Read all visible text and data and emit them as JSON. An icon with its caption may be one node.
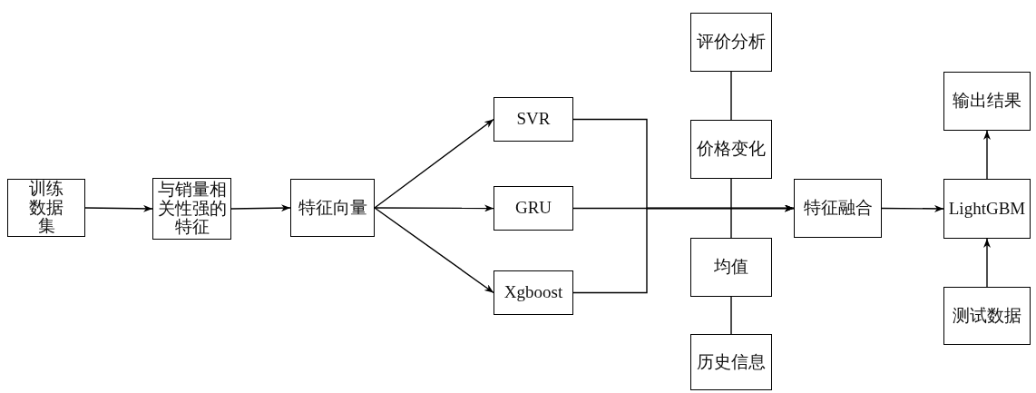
{
  "diagram": {
    "nodes": [
      {
        "text": [
          "训练数据集"
        ]
      },
      {
        "text": [
          "与销量相关性强的特征"
        ]
      },
      {
        "text": [
          "特征向量"
        ]
      },
      {
        "text": [
          "SVR"
        ]
      },
      {
        "text": [
          "GRU"
        ]
      },
      {
        "text": [
          "Xgboost"
        ]
      },
      {
        "text": [
          "评价分析"
        ]
      },
      {
        "text": [
          "价格变化"
        ]
      },
      {
        "text": [
          "特征融合"
        ]
      },
      {
        "text": [
          "均值"
        ]
      },
      {
        "text": [
          "历史信息"
        ]
      },
      {
        "text": [
          "输出结果"
        ]
      },
      {
        "text": [
          "LightGBM"
        ]
      },
      {
        "text": [
          "测试数据"
        ]
      }
    ],
    "edges": [
      {
        "from": 0,
        "to": 1,
        "arrow": "to"
      },
      {
        "from": 1,
        "to": 2,
        "arrow": "to"
      },
      {
        "from": 2,
        "to": 3,
        "arrow": "to"
      },
      {
        "from": 2,
        "to": 4,
        "arrow": "to"
      },
      {
        "from": 2,
        "to": 5,
        "arrow": "to"
      },
      {
        "from": 3,
        "to": 8,
        "arrow": "to"
      },
      {
        "from": 4,
        "to": 8,
        "arrow": "to"
      },
      {
        "from": 5,
        "to": 8,
        "arrow": "to"
      },
      {
        "from": 6,
        "to": 7,
        "arrow": "none"
      },
      {
        "from": 7,
        "to": 9,
        "arrow": "none"
      },
      {
        "from": 9,
        "to": 10,
        "arrow": "none"
      },
      {
        "from": 8,
        "to": 12,
        "arrow": "to"
      },
      {
        "from": 12,
        "to": 11,
        "arrow": "to"
      },
      {
        "from": 13,
        "to": 12,
        "arrow": "to"
      }
    ]
  }
}
